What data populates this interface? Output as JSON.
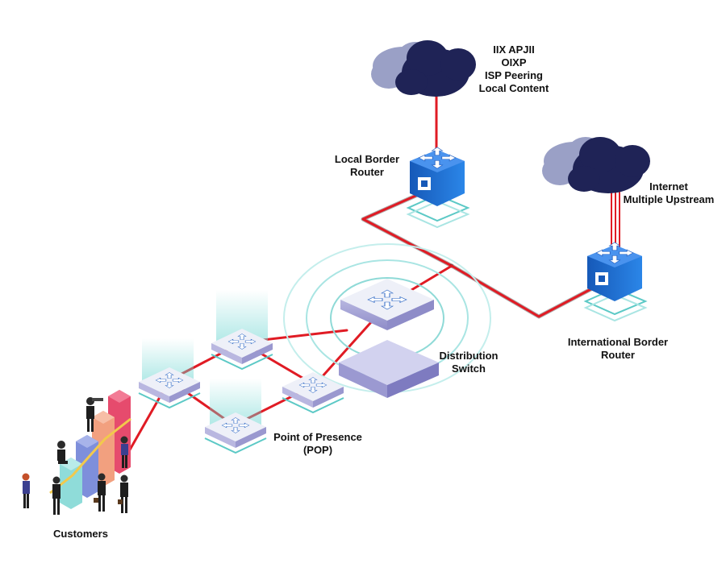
{
  "labels": {
    "peering": [
      "IIX APJII",
      "OIXP",
      "ISP Peering",
      "Local Content"
    ],
    "local_border_router": [
      "Local Border",
      "Router"
    ],
    "internet": [
      "Internet",
      "Multiple Upstream"
    ],
    "international_border_router": [
      "International Border",
      "Router"
    ],
    "distribution_switch": [
      "Distribution",
      "Switch"
    ],
    "pop": [
      "Point of Presence",
      "(POP)"
    ],
    "customers": "Customers"
  },
  "colors": {
    "link_red": "#e01b24",
    "cloud_dark": "#1f2356",
    "cloud_light": "#9aa0c6",
    "router_blue": "#1e73d8",
    "pop_top": "#eef0f8",
    "teal_ring": "#5cc9c6",
    "switch_purple": "#c3c3e6"
  },
  "icons": {
    "cloud": "cloud-icon",
    "border_router": "router-icon",
    "pop_router": "router-icon",
    "switch": "switch-icon",
    "customers": "people-icon"
  }
}
